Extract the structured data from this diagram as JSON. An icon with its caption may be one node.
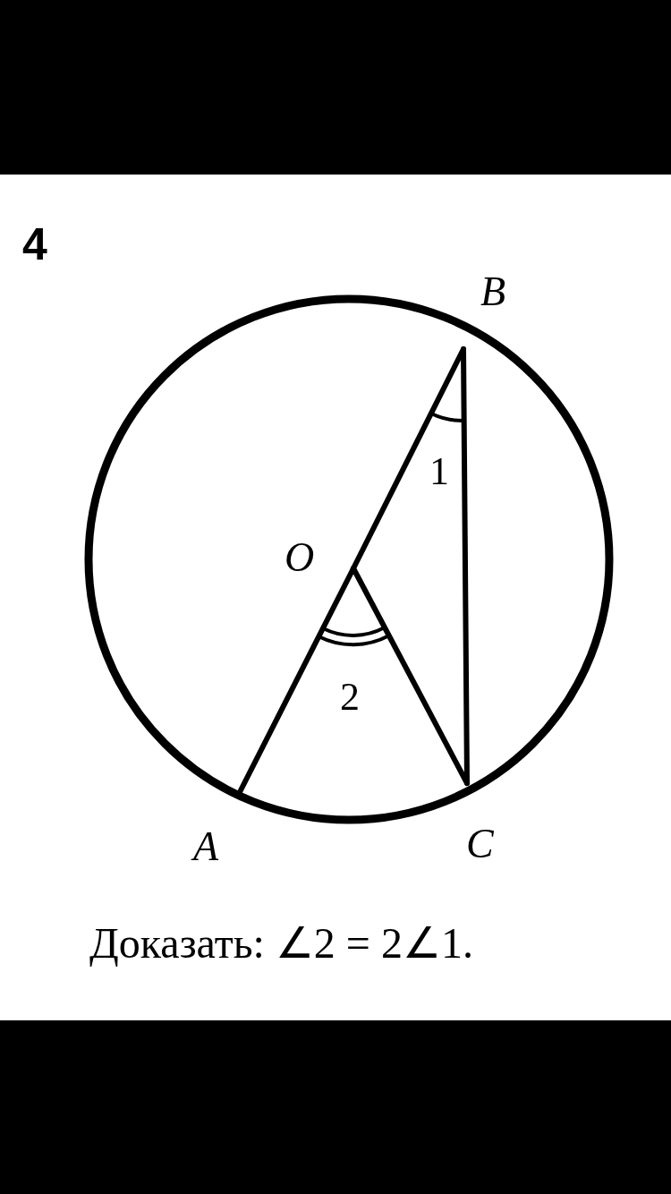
{
  "diagram": {
    "title": "4",
    "caption": "Доказать: ∠2 = 2∠1.",
    "nodes": [
      {
        "text": [
          "B"
        ]
      },
      {
        "text": [
          "O"
        ]
      },
      {
        "text": [
          "A"
        ]
      },
      {
        "text": [
          "C"
        ]
      }
    ],
    "edges": [
      {
        "from": 2,
        "to": 1,
        "arrow": "none"
      },
      {
        "from": 1,
        "to": 0,
        "arrow": "none"
      },
      {
        "from": 1,
        "to": 3,
        "arrow": "none"
      },
      {
        "from": 0,
        "to": 3,
        "arrow": "none"
      }
    ],
    "labels": [
      "1",
      "2"
    ]
  }
}
